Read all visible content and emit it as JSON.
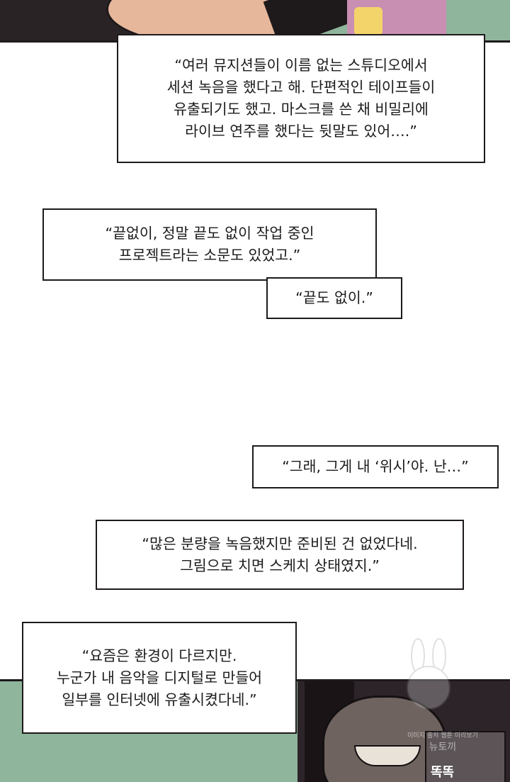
{
  "captions": [
    {
      "id": "caption-1",
      "lines": [
        "“여러 뮤지션들이 이름 없는 스튜디오에서",
        "세션 녹음을 했다고 해. 단편적인 테이프들이",
        "유출되기도 했고. 마스크를 쓴 채 비밀리에",
        "라이브 연주를 했다는 뒷말도 있어….”"
      ]
    },
    {
      "id": "caption-2",
      "lines": [
        "“끝없이, 정말 끝도 없이 작업 중인",
        "프로젝트라는 소문도 있었고.”"
      ]
    },
    {
      "id": "caption-3",
      "lines": [
        "“끝도 없이.”"
      ]
    },
    {
      "id": "caption-4",
      "lines": [
        "“그래, 그게 내 ‘위시’야. 난…”"
      ]
    },
    {
      "id": "caption-5",
      "lines": [
        "“많은 분량을 녹음했지만 준비된 건 없었다네.",
        "그림으로 치면 스케치 상태였지.”"
      ]
    },
    {
      "id": "caption-6",
      "lines": [
        "“요즘은 환경이 다르지만.",
        "누군가 내 음악을 디지털로 만들어",
        "일부를 인터넷에 유출시켰다네.”"
      ]
    }
  ],
  "watermark": {
    "small_text": "이미지 출처 웹툰 미리보기",
    "main_text": "뉴토끼"
  },
  "sfx_text": "똑똑",
  "colors": {
    "panel_green": "#8fb59c",
    "ink": "#1e1a1c",
    "caption_bg": "#ffffff"
  }
}
